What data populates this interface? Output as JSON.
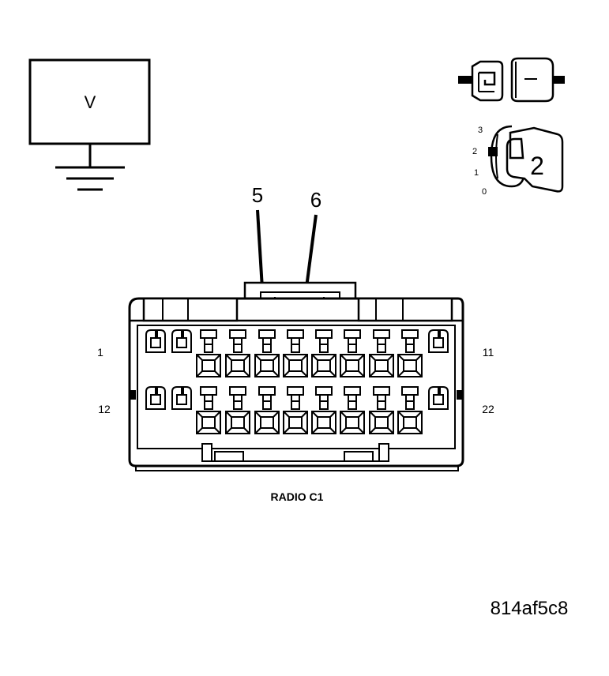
{
  "meter": {
    "symbol": "V"
  },
  "ignition": {
    "positions": [
      "3",
      "2",
      "1",
      "0"
    ],
    "selected": "2"
  },
  "callouts": [
    "5",
    "6"
  ],
  "connector": {
    "name": "RADIO C1",
    "pin_labels": {
      "top_left": "1",
      "top_right": "11",
      "bottom_left": "12",
      "bottom_right": "22"
    }
  },
  "figure_id": "814af5c8",
  "colors": {
    "line": "#000000",
    "background": "#ffffff"
  }
}
